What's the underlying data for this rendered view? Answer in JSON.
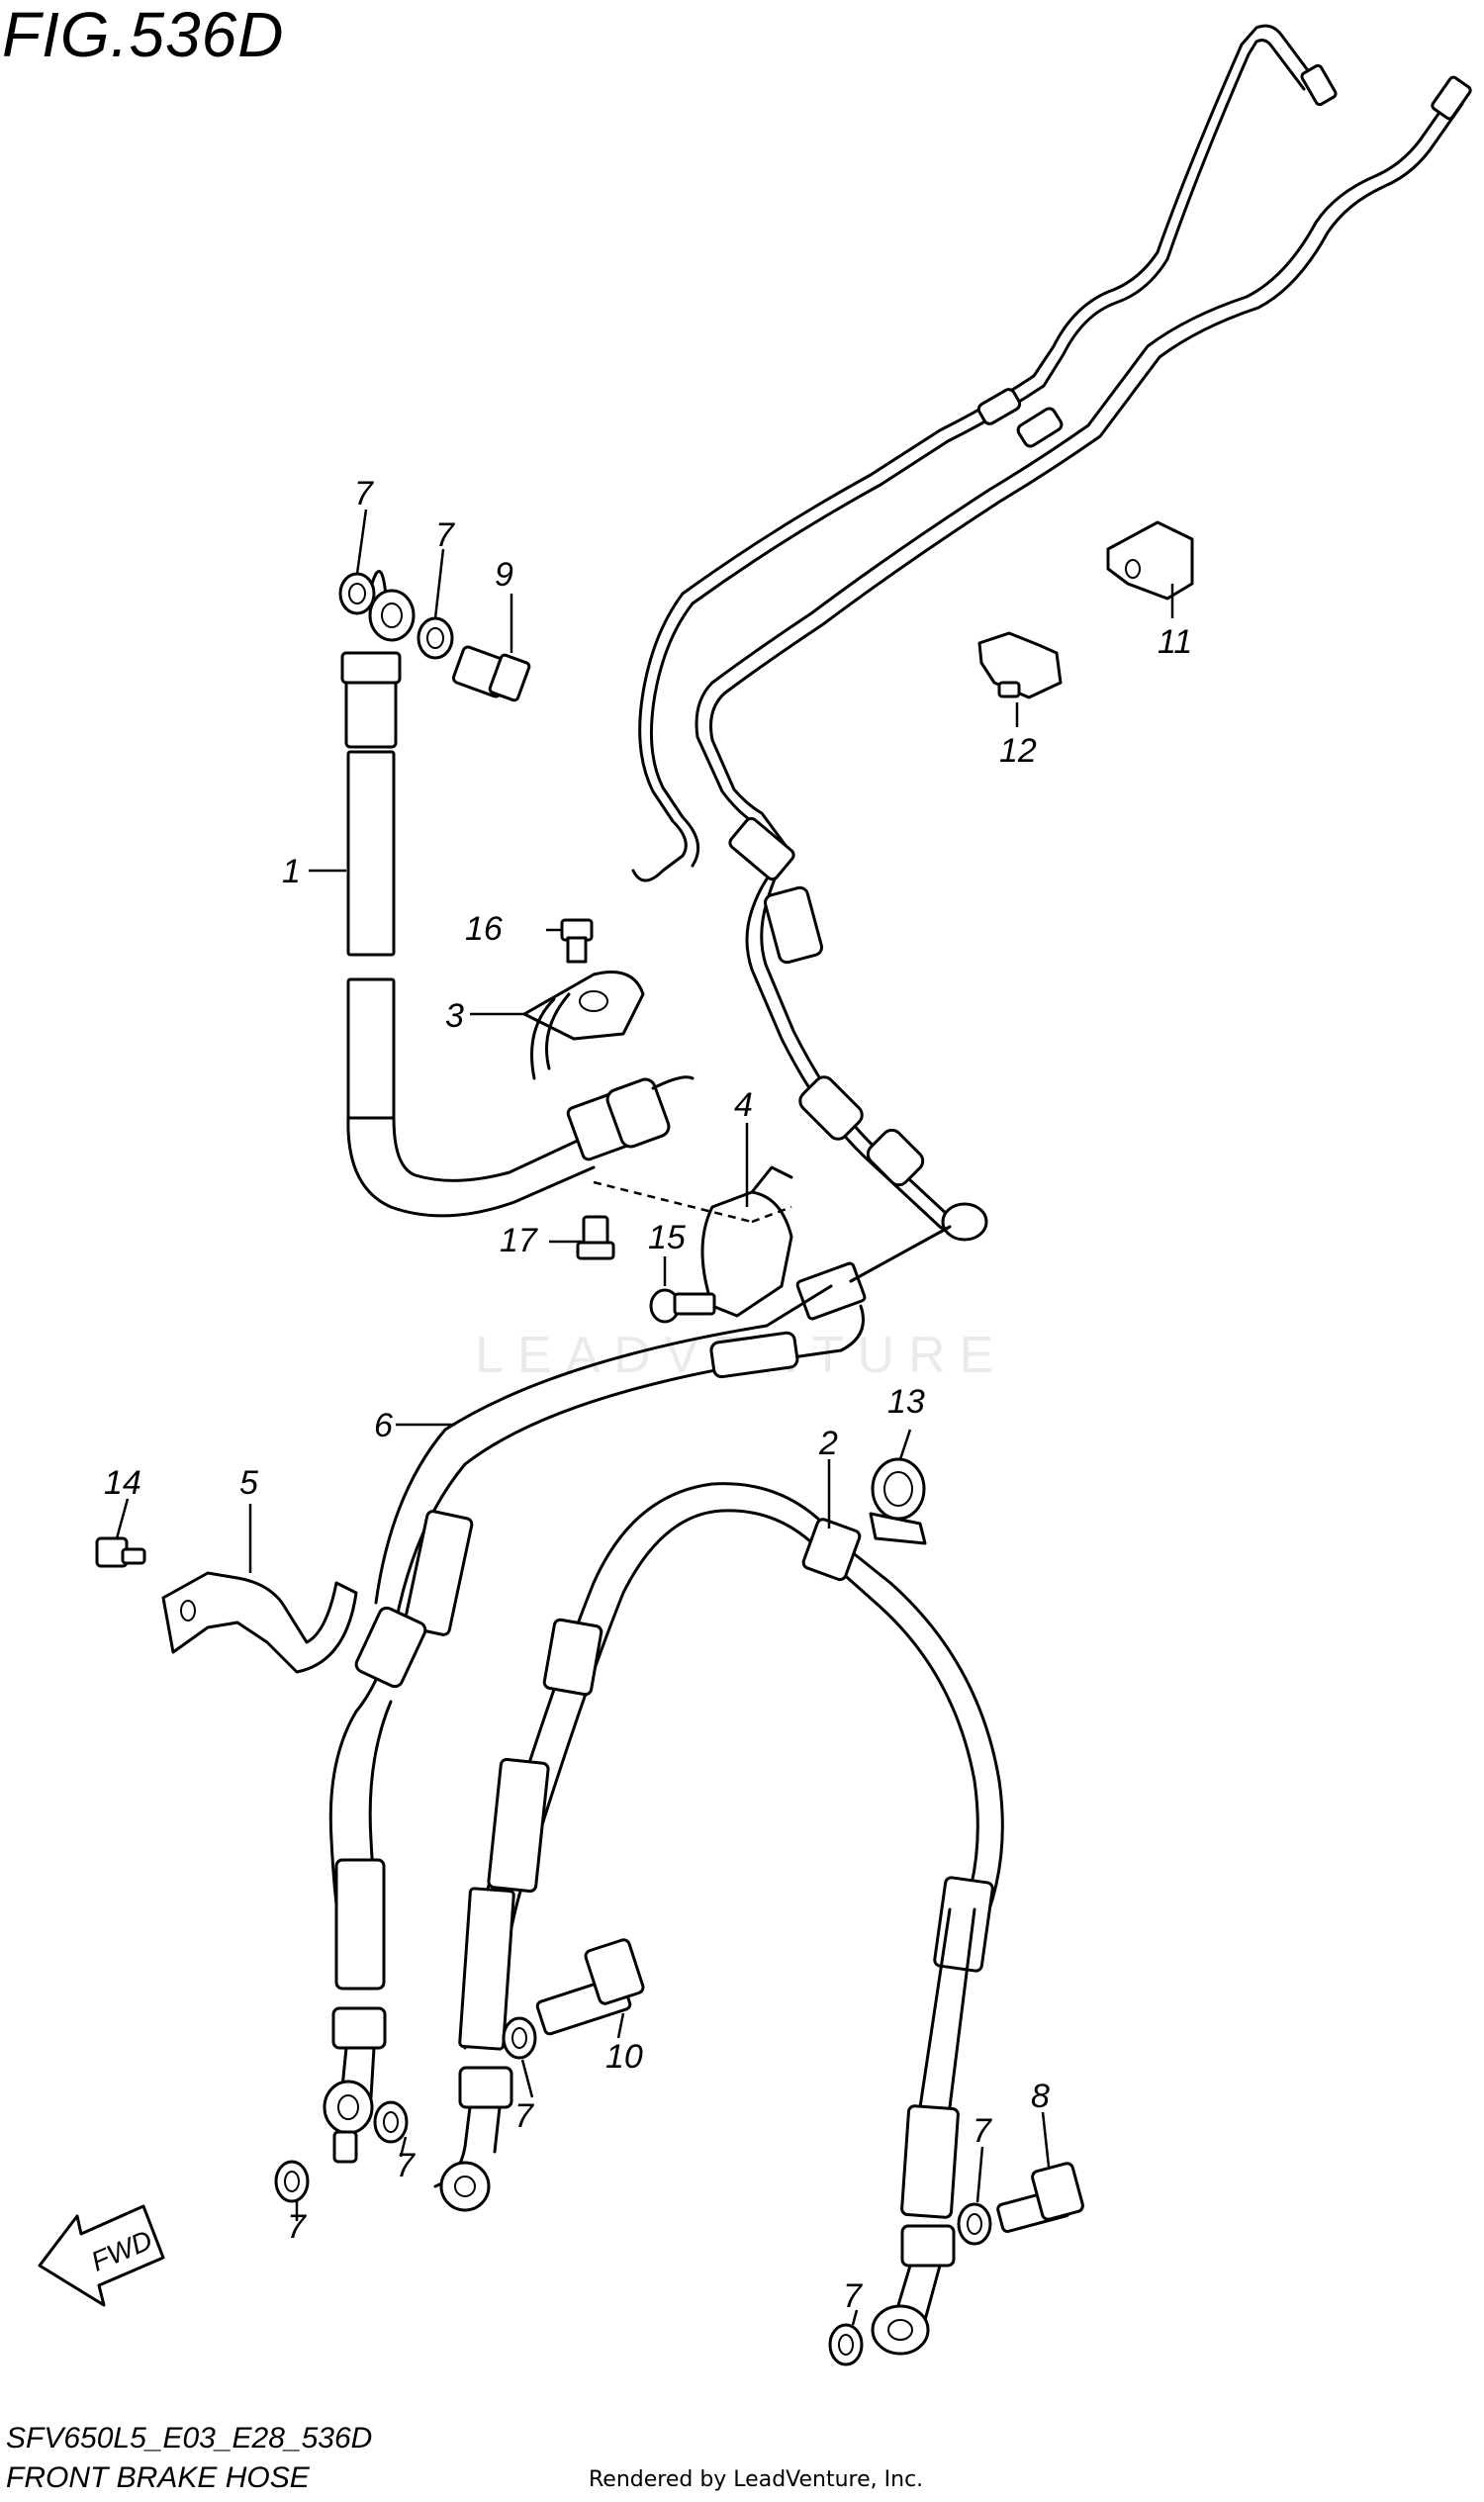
{
  "figure_title": "FIG.536D",
  "footer": {
    "model_code": "SFV650L5_E03_E28_536D",
    "section_name": "FRONT BRAKE HOSE",
    "credit": "Rendered by LeadVenture, Inc."
  },
  "watermark": "LEADVENTURE",
  "fwd_label": "FWD",
  "callouts": {
    "c1": "1",
    "c2": "2",
    "c3": "3",
    "c4": "4",
    "c5": "5",
    "c6": "6",
    "c7a": "7",
    "c7b": "7",
    "c7c": "7",
    "c7d": "7",
    "c7e": "7",
    "c7f": "7",
    "c7g": "7",
    "c8": "8",
    "c9": "9",
    "c10": "10",
    "c11": "11",
    "c12": "12",
    "c13": "13",
    "c14": "14",
    "c15": "15",
    "c16": "16",
    "c17": "17"
  }
}
